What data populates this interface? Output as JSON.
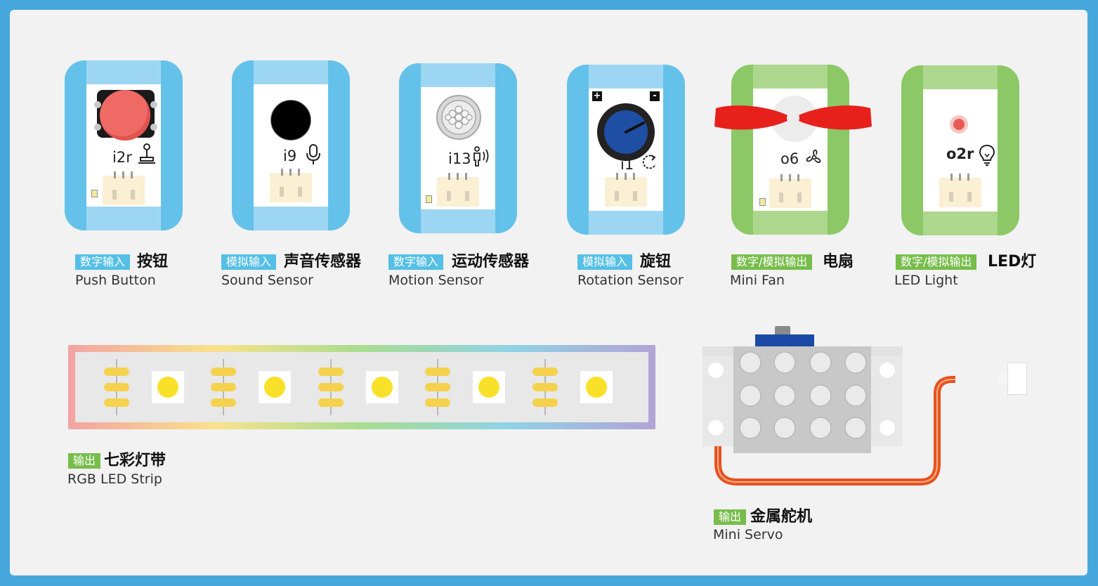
{
  "modules": [
    {
      "code": "i2r",
      "tag": "数字输入",
      "title_cn": "按钮",
      "title_en": "Push Button",
      "icon": "joystick-icon"
    },
    {
      "code": "i9",
      "tag": "模拟输入",
      "title_cn": "声音传感器",
      "title_en": "Sound Sensor",
      "icon": "microphone-icon"
    },
    {
      "code": "i13",
      "tag": "数字输入",
      "title_cn": "运动传感器",
      "title_en": "Motion Sensor",
      "icon": "person-wave-icon"
    },
    {
      "code": "i1",
      "tag": "模拟输入",
      "title_cn": "旋钮",
      "title_en": "Rotation Sensor",
      "icon": "rotate-icon",
      "plus": "+",
      "minus": "-"
    },
    {
      "code": "o6",
      "tag": "数字/模拟输出",
      "title_cn": "电扇",
      "title_en": "Mini Fan",
      "icon": "fan-icon"
    },
    {
      "code": "o2r",
      "tag": "数字/模拟输出",
      "title_cn": "LED灯",
      "title_en": "LED Light",
      "icon": "bulb-icon"
    }
  ],
  "strip": {
    "tag": "输出",
    "title_cn": "七彩灯带",
    "title_en": "RGB LED Strip"
  },
  "servo": {
    "tag": "输出",
    "title_cn": "金属舵机",
    "title_en": "Mini Servo"
  },
  "colors": {
    "frame": "#46a7dc",
    "input_module": "#64c2ea",
    "output_module": "#8cc866",
    "button_red": "#ef6a64",
    "knob_blue": "#1f4fa4",
    "fan_red": "#e8201c",
    "servo_wire": "#e8521d"
  }
}
